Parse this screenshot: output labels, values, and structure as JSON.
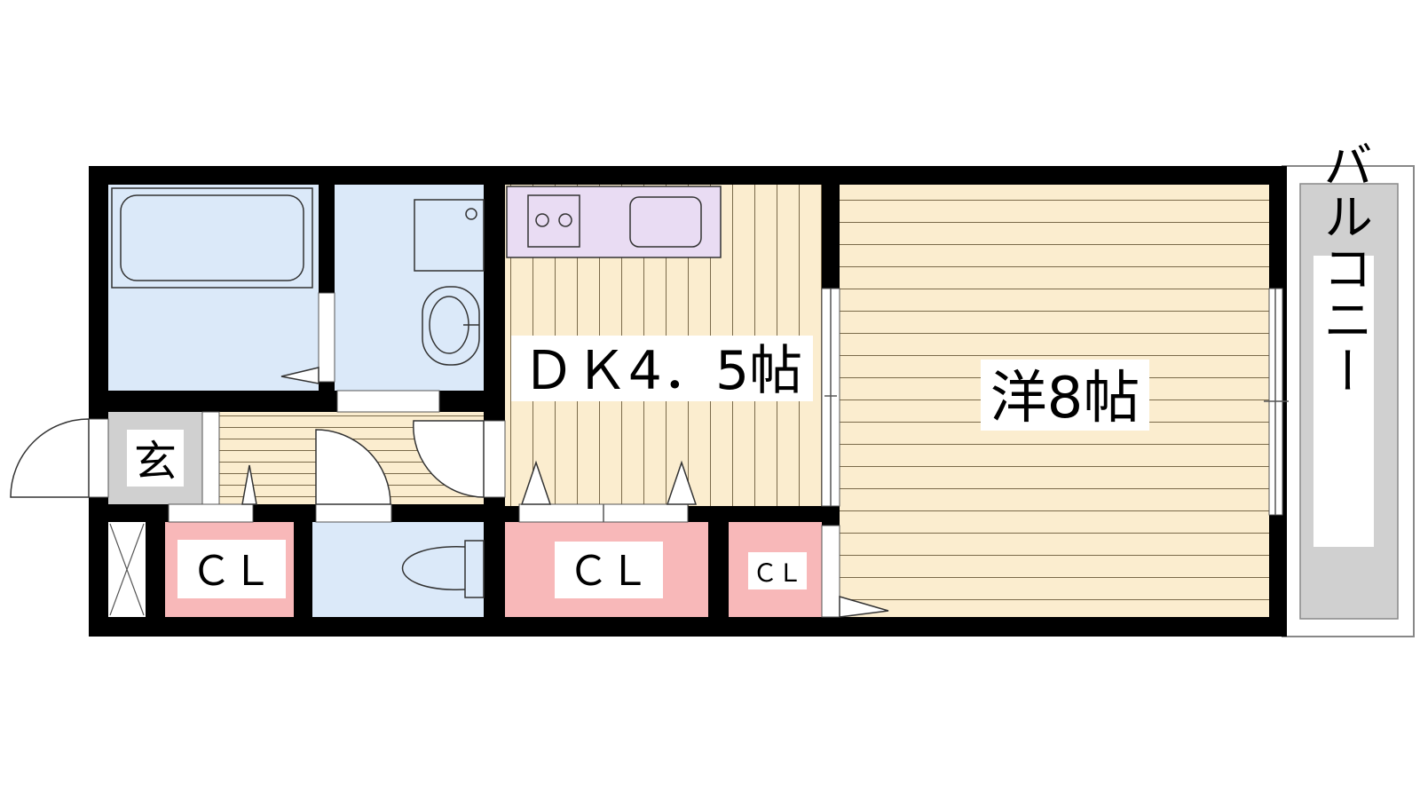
{
  "labels": {
    "dk": "ＤＫ4．5帖",
    "western_room": "洋8帖",
    "entrance": "玄",
    "closet_left": "ＣＬ",
    "closet_center": "ＣＬ",
    "closet_small": "ＣＬ",
    "balcony": "バルコニー"
  },
  "colors": {
    "wall": "#000000",
    "bath_area": "#dbe9f9",
    "closet": "#f8b8b9",
    "flooring": "#fbedcf",
    "flooring_lines": "#7a6a4a",
    "kitchen_counter": "#e9dcf3",
    "entrance_floor": "#d0d0d0",
    "balcony_outer": "#ffffff",
    "balcony_inner": "#d0d0d0",
    "fixture_stroke": "#333333"
  }
}
